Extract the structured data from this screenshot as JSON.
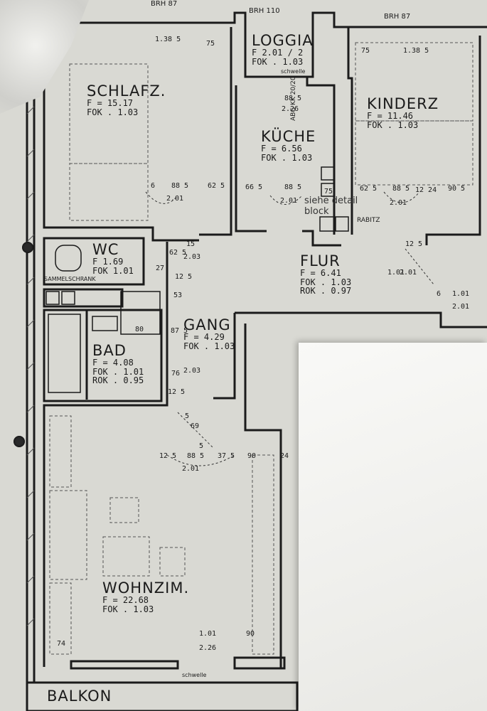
{
  "header_labels": {
    "left": "BRH 87",
    "center": "BRH 110",
    "right": "BRH 87"
  },
  "rooms": {
    "schlafz": {
      "name": "SCHLAFZ.",
      "area": "F = 15.17",
      "fok": "FOK . 1.03"
    },
    "loggia": {
      "name": "LOGGIA",
      "area": "F 2.01 / 2",
      "fok": "FOK . 1.03",
      "threshold": "schwelle"
    },
    "kinderz": {
      "name": "KINDERZ",
      "area": "F = 11.46",
      "fok": "FOK . 1.03"
    },
    "kueche": {
      "name": "KÜCHE",
      "area": "F = 6.56",
      "fok": "FOK . 1.03",
      "vertical_note": "ABG KK 20/20"
    },
    "wc": {
      "name": "WC",
      "area": "F 1.69",
      "fok": "FOK 1.01",
      "note": "SAMMELSCHRANK"
    },
    "flur": {
      "name": "FLUR",
      "area": "F = 6.41",
      "fok": "FOK . 1.03",
      "rok": "ROK . 0.97"
    },
    "gang": {
      "name": "GANG",
      "area": "F = 4.29",
      "fok": "FOK . 1.03"
    },
    "bad": {
      "name": "BAD",
      "area": "F = 4.08",
      "fok": "FOK . 1.01",
      "rok": "ROK . 0.95"
    },
    "wohnzim": {
      "name": "WOHNZIM.",
      "area": "F = 22.68",
      "fok": "FOK . 1.03",
      "threshold": "schwelle"
    },
    "balkon": {
      "name": "BALKON"
    }
  },
  "detail_note": {
    "line1": "siehe detail",
    "line2": "block"
  },
  "rabitz_label": "RABITZ",
  "dimensions": {
    "schlafz_top": "1.38 5",
    "schlafz_top2": "75",
    "kinderz_top": "75",
    "kinderz_top2": "1.38 5",
    "kueche_top": "88 5",
    "kueche_top2": "2.26",
    "schlafz_door1": "6",
    "schlafz_door2": "88 5",
    "schlafz_door3": "62 5",
    "schlafz_door4": "2.01",
    "kueche_door1": "66 5",
    "kueche_door2": "88 5",
    "kueche_door3": "2.01",
    "kueche_door4": "75",
    "kinderz_door1": "62 5",
    "kinderz_door2": "88 5",
    "kinderz_door3": "12 24",
    "kinderz_door4": "90 5",
    "kinderz_door5": "2.01",
    "wc_d1": "27",
    "wc_d2": "12 5",
    "wc_d3": "53",
    "wc_d4": "62 5",
    "wc_d5": "2.03",
    "wc_d6": "15",
    "bad_d1": "80",
    "bad_d2": "87 5",
    "bad_d3": "76",
    "bad_d4": "12 5",
    "bad_d5": "2.03",
    "gang_d1": "5",
    "gang_d2": "69",
    "gang_d3": "5",
    "wohn_top1": "12 5",
    "wohn_top2": "88 5",
    "wohn_top3": "37 5",
    "wohn_top4": "2.01",
    "wohn_top5": "90",
    "wohn_top6": "24",
    "wohn_bot1": "1.01",
    "wohn_bot2": "2.26",
    "wohn_bot3": "90",
    "wohn_bot4": "74",
    "flur_d1": "12 5",
    "flur_d2": "1.01",
    "flur_d3": "2.01",
    "flur_d4": "1.01",
    "flur_d5": "2.01",
    "flur_d6": "6"
  },
  "colors": {
    "ink": "#1b1b1b",
    "paper_bg": "#dcdcd6",
    "sheet": "#f5f5f2"
  }
}
